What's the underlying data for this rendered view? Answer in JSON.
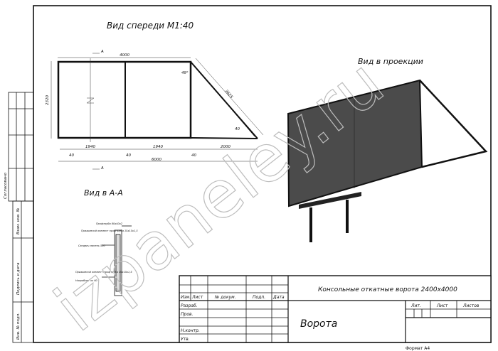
{
  "front_view": {
    "title": "Вид спереди М1:40",
    "section_mark": "А",
    "dimensions": {
      "top_width": "4000",
      "height": "2320",
      "diagonal": "3625",
      "angle": "49°",
      "panel_left": "1940",
      "panel_right": "1940",
      "tail": "2000",
      "total": "6000",
      "profile_40": "40"
    }
  },
  "projection_view": {
    "title": "Вид в проекции"
  },
  "section_view": {
    "title": "Вид в А-А",
    "labels": [
      "Профтруба 80х40х2",
      "Прижимной элемент профтруба 15х15х1,5",
      "Сэндвич-панель 550",
      "Прижимной элемент профтруба 15х15х1,5",
      "Нахрабиет ок 60"
    ]
  },
  "side_stamp": {
    "agreed": "Согласовано",
    "cells": [
      "Взам. инв. №",
      "Подпись и дата",
      "Инв. № подл."
    ]
  },
  "title_block": {
    "headers": [
      "Изм.",
      "Лист",
      "№ докум.",
      "Подп.",
      "Дата"
    ],
    "roles": [
      "Разраб.",
      "Пров.",
      "",
      "Н.контр.",
      "Утв."
    ],
    "document_title": "Консольные откатные ворота 2400х4000",
    "item_name": "Ворота",
    "lit": "Лит.",
    "sheet": "Лист",
    "sheets": "Листов",
    "format": "Формат А4"
  },
  "watermark": "izpaneley.ru",
  "colors": {
    "panel": "#4b4b4b",
    "line": "#111111",
    "watermark": "#bdbdbd"
  }
}
